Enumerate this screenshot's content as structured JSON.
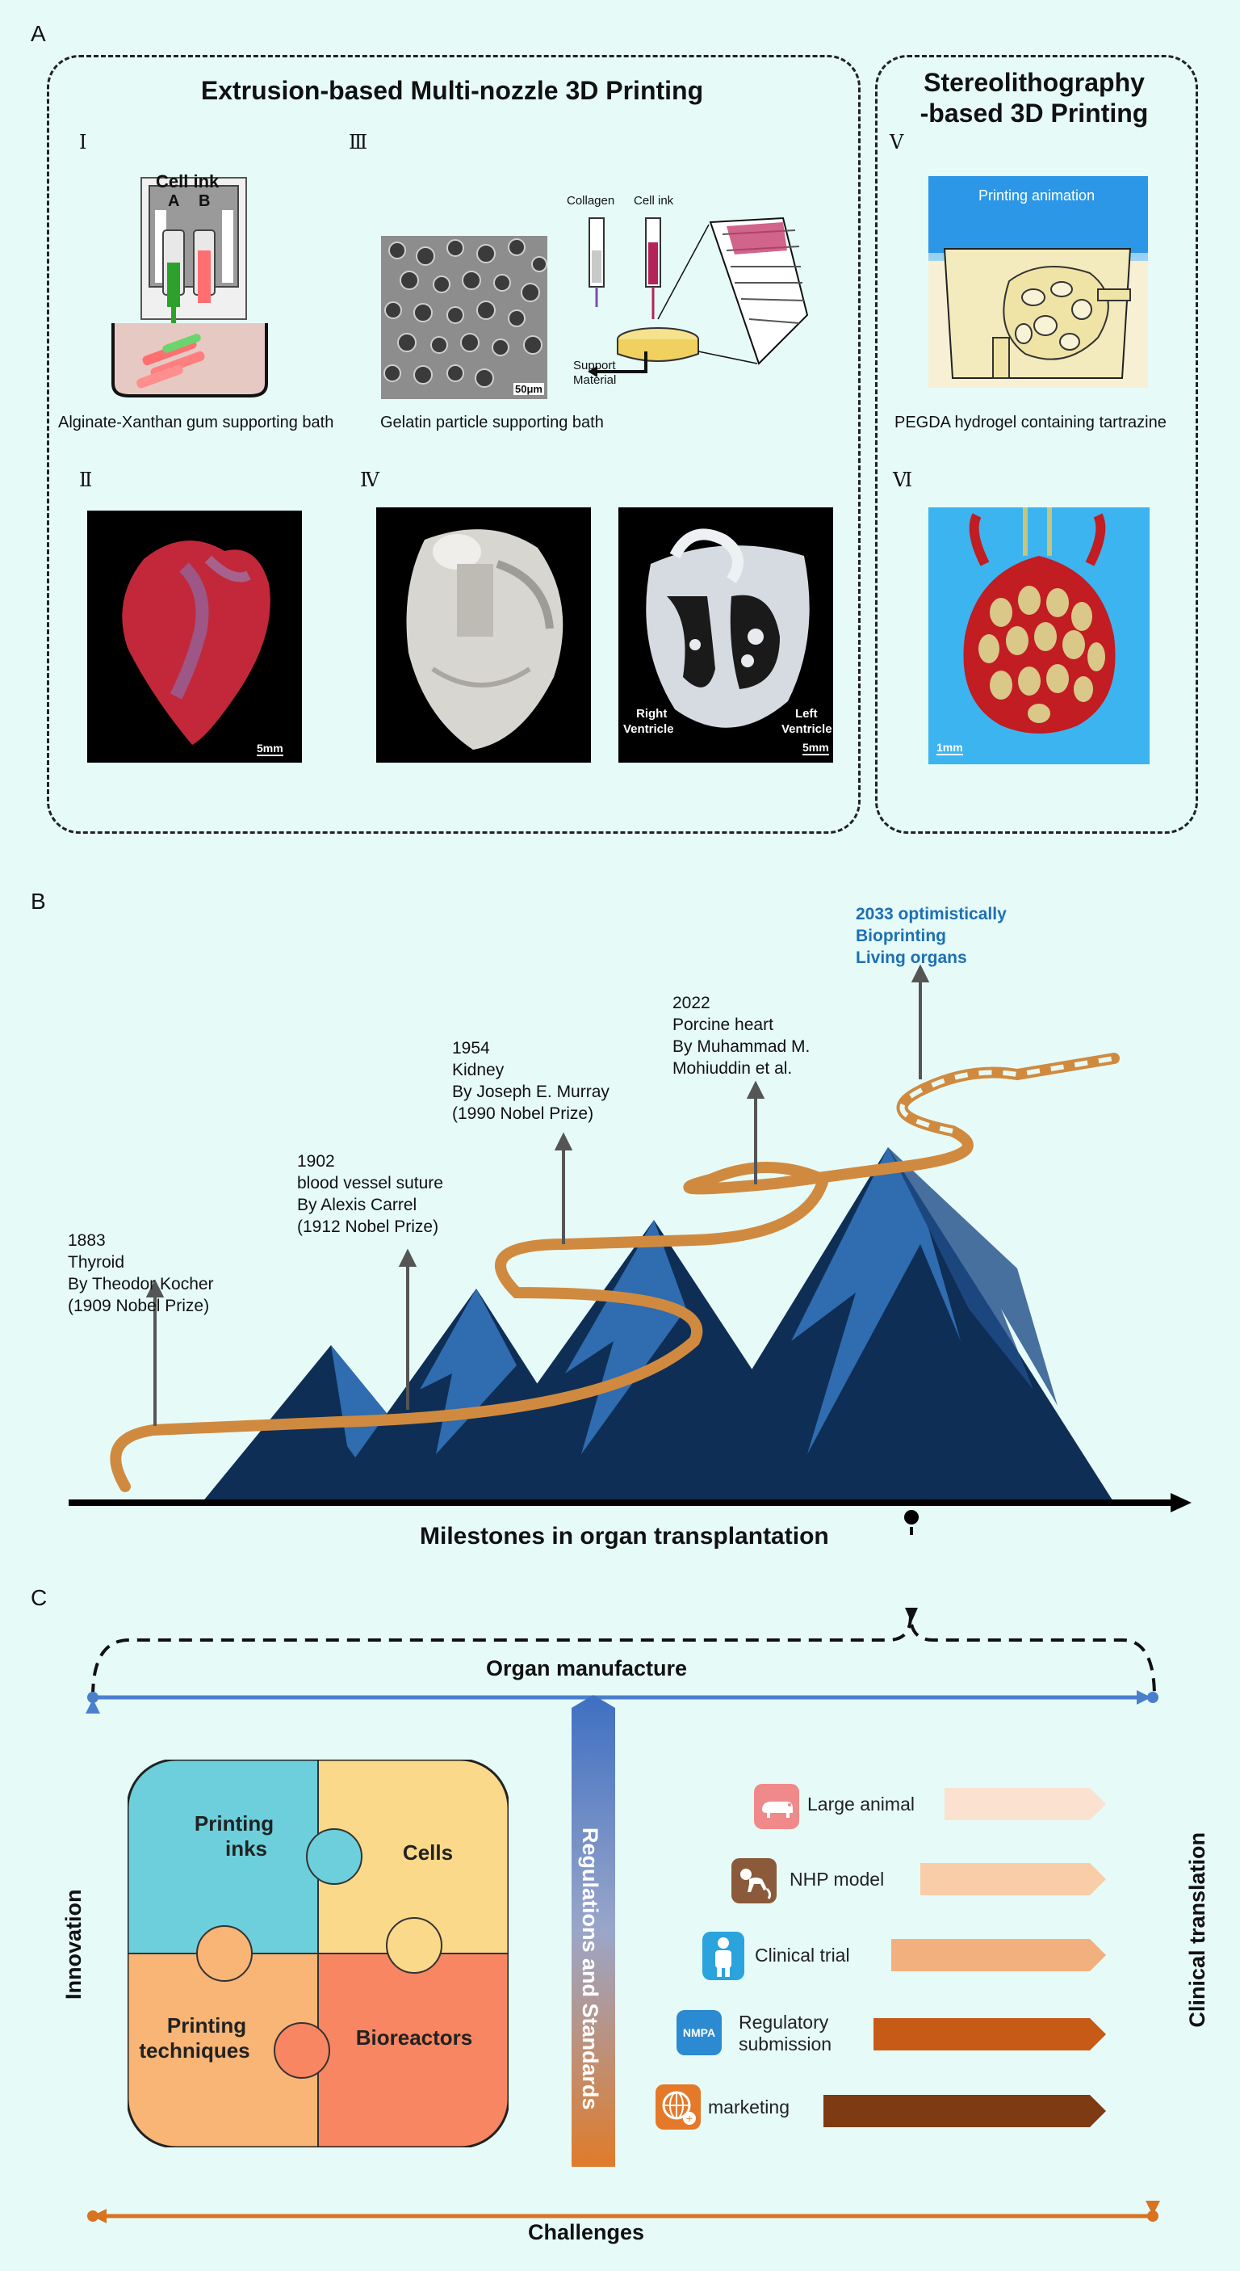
{
  "panel_a": {
    "letter": "A",
    "left_title": "Extrusion-based Multi-nozzle 3D Printing",
    "right_title_line1": "Stereolithography",
    "right_title_line2": "-based 3D Printing",
    "sub_i": "Ⅰ",
    "sub_ii": "Ⅱ",
    "sub_iii": "Ⅲ",
    "sub_iv": "Ⅳ",
    "sub_v": "Ⅴ",
    "sub_vi": "Ⅵ",
    "i_label_ink": "Cell ink",
    "i_label_a": "A",
    "i_label_b": "B",
    "i_caption": "Alginate-Xanthan gum supporting bath",
    "iii_label_collagen": "Collagen",
    "iii_label_cellink": "Cell ink",
    "iii_label_support_1": "Support",
    "iii_label_support_2": "Material",
    "iii_scale": "50μm",
    "iii_caption": "Gelatin particle supporting bath",
    "ii_scale": "5mm",
    "iv_scale": "5mm",
    "iv_right_1": "Right",
    "iv_right_2": "Ventricle",
    "iv_left_1": "Left",
    "iv_left_2": "Ventricle",
    "v_animation": "Printing animation",
    "v_caption": "PEGDA hydrogel containing tartrazine",
    "vi_scale": "1mm"
  },
  "panel_b": {
    "letter": "B",
    "axis_title": "Milestones in organ transplantation",
    "m1": [
      "1883",
      "Thyroid",
      "By Theodor Kocher",
      "(1909 Nobel Prize)"
    ],
    "m2": [
      "1902",
      "blood vessel suture",
      "By Alexis Carrel",
      "(1912 Nobel Prize)"
    ],
    "m3": [
      "1954",
      "Kidney",
      "By Joseph E. Murray",
      "(1990 Nobel Prize)"
    ],
    "m4": [
      "2022",
      "Porcine heart",
      "By Muhammad M.",
      "Mohiuddin et al."
    ],
    "m5": [
      "2033 optimistically",
      "Bioprinting",
      "Living organs"
    ]
  },
  "panel_c": {
    "letter": "C",
    "top_label": "Organ manufacture",
    "bottom_label": "Challenges",
    "left_label": "Innovation",
    "right_label": "Clinical translation",
    "center_label": "Regulations and Standards",
    "puzzle": {
      "inks_1": "Printing",
      "inks_2": "inks",
      "cells": "Cells",
      "tech_1": "Printing",
      "tech_2": "techniques",
      "bioreactors": "Bioreactors"
    },
    "steps": {
      "s1": "Large animal",
      "s2": "NHP model",
      "s3": "Clinical trial",
      "s4_1": "Regulatory",
      "s4_2": "submission",
      "s5": "marketing",
      "nmpa": "NMPA"
    }
  },
  "colors": {
    "background": "#e6fbf8",
    "future_text": "#1d6fb4",
    "road": "#d08a40",
    "mountain_dark": "#0f2e55",
    "mountain_light": "#2f6cb0",
    "puzzle_inks": "#6ccfdb",
    "puzzle_cells": "#fbd98a",
    "puzzle_tech": "#f8b576",
    "puzzle_bioreactors": "#f88662",
    "arrow_blue": "#4a7fcc",
    "arrow_orange": "#d8731f"
  }
}
